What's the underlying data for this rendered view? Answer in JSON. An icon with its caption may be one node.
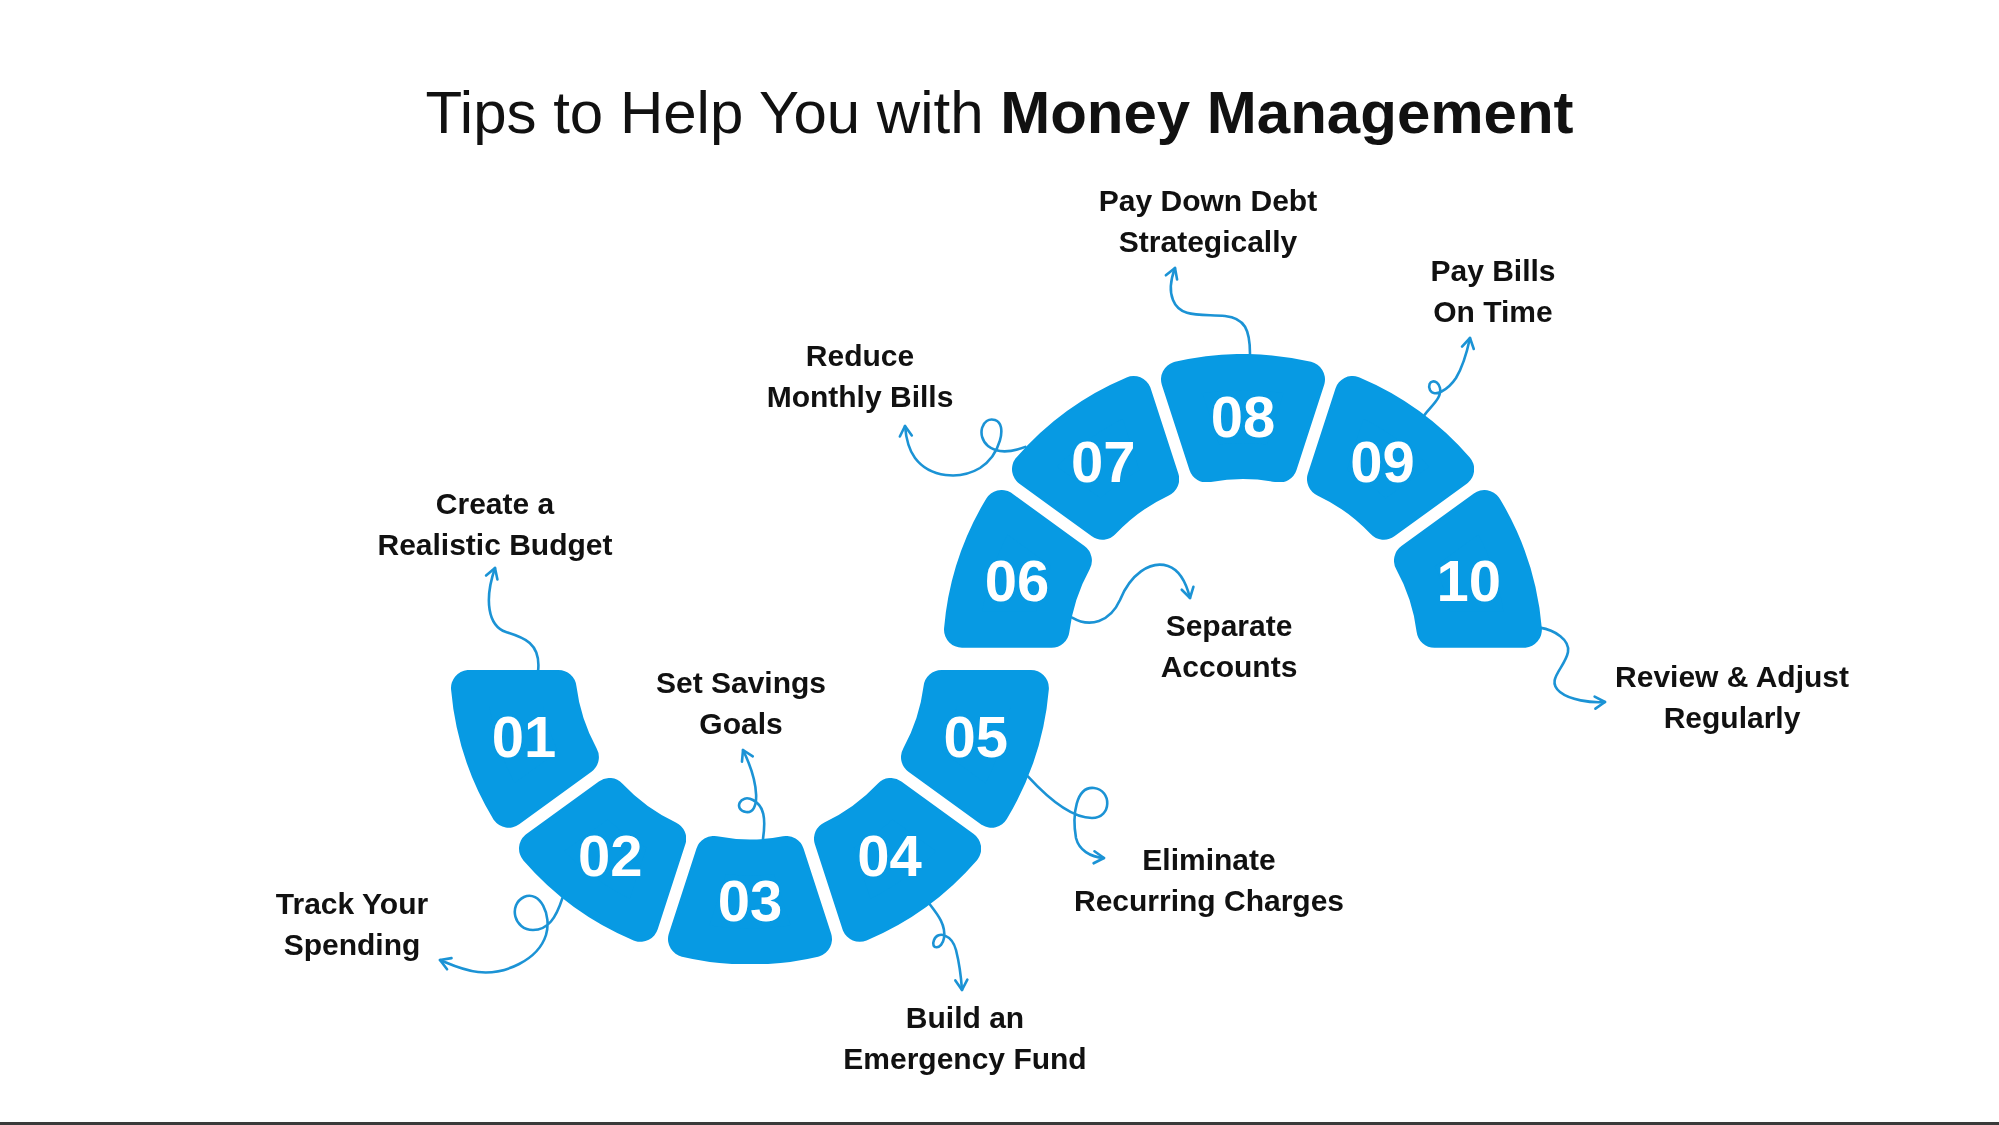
{
  "diagram": {
    "title": "Tips to Help You with **Money Management**",
    "nodes": [
      {
        "text": [
          "01"
        ]
      },
      {
        "text": [
          "02"
        ]
      },
      {
        "text": [
          "03"
        ]
      },
      {
        "text": [
          "04"
        ]
      },
      {
        "text": [
          "05"
        ]
      },
      {
        "text": [
          "06"
        ]
      },
      {
        "text": [
          "07"
        ]
      },
      {
        "text": [
          "08"
        ]
      },
      {
        "text": [
          "09"
        ]
      },
      {
        "text": [
          "10"
        ]
      },
      {
        "text": [
          "Create a Realistic Budget"
        ]
      },
      {
        "text": [
          "Track Your Spending"
        ]
      },
      {
        "text": [
          "Set Savings Goals"
        ]
      },
      {
        "text": [
          "Build an Emergency Fund"
        ]
      },
      {
        "text": [
          "Eliminate Recurring Charges"
        ]
      },
      {
        "text": [
          "Separate Accounts"
        ]
      },
      {
        "text": [
          "Reduce Monthly Bills"
        ]
      },
      {
        "text": [
          "Pay Down Debt Strategically"
        ]
      },
      {
        "text": [
          "Pay Bills On Time"
        ]
      },
      {
        "text": [
          "Review & Adjust Regularly"
        ]
      }
    ],
    "edges": [
      {
        "from": 0,
        "to": 10,
        "arrow": "to"
      },
      {
        "from": 1,
        "to": 11,
        "arrow": "to"
      },
      {
        "from": 2,
        "to": 12,
        "arrow": "to"
      },
      {
        "from": 3,
        "to": 13,
        "arrow": "to"
      },
      {
        "from": 4,
        "to": 14,
        "arrow": "to"
      },
      {
        "from": 5,
        "to": 15,
        "arrow": "to"
      },
      {
        "from": 6,
        "to": 16,
        "arrow": "to"
      },
      {
        "from": 7,
        "to": 17,
        "arrow": "to"
      },
      {
        "from": 8,
        "to": 18,
        "arrow": "to"
      },
      {
        "from": 9,
        "to": 19,
        "arrow": "to"
      }
    ]
  }
}
